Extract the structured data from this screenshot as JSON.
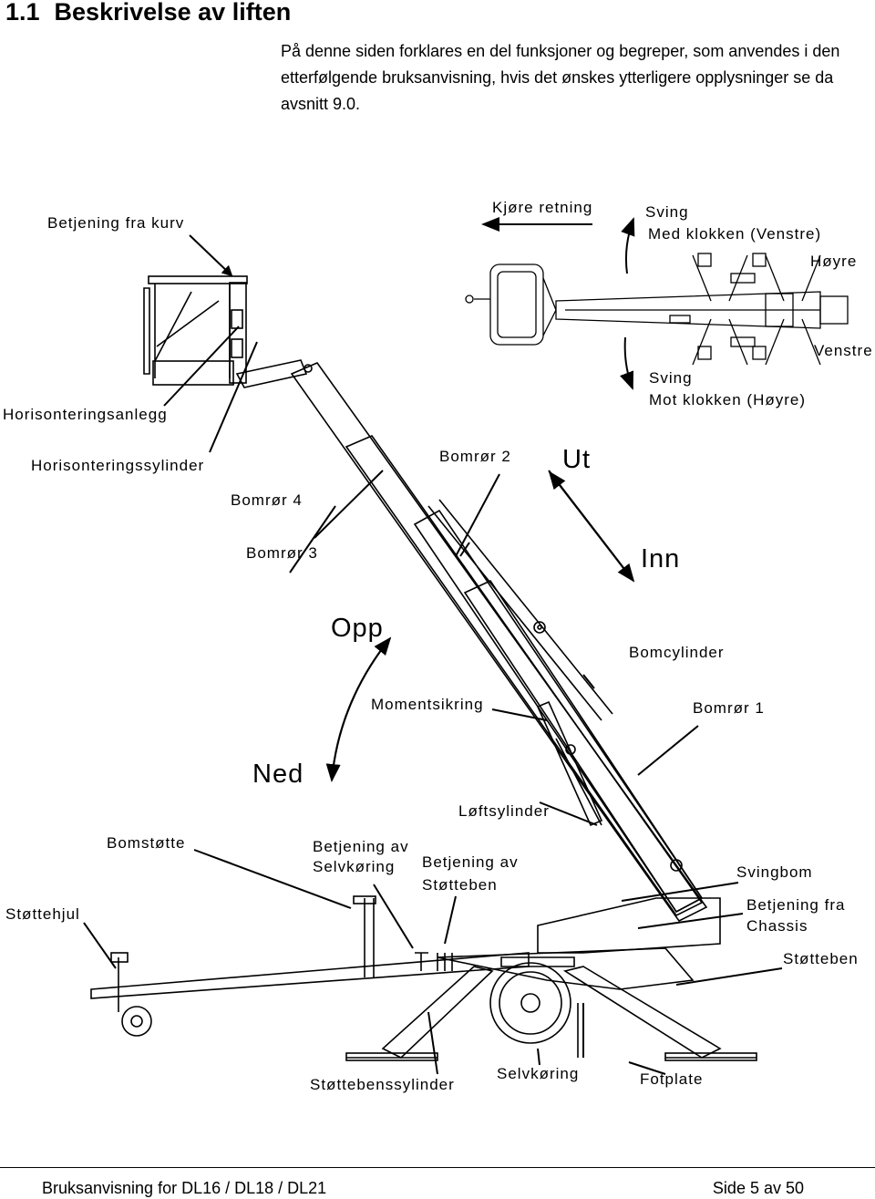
{
  "heading": {
    "number": "1.1",
    "title": "Beskrivelse av liften"
  },
  "intro": "På denne siden forklares en del funksjoner og begreper, som anvendes i den etterfølgende bruksanvisning, hvis det ønskes ytterligere opplysninger se da avsnitt 9.0.",
  "labels": {
    "betjening_kurv": "Betjening fra kurv",
    "kjore_retning": "Kjøre retning",
    "sving_top": "Sving",
    "med_klokken": "Med klokken (Venstre)",
    "hoyre": "Høyre",
    "venstre": "Venstre",
    "sving_bottom": "Sving",
    "mot_klokken": "Mot klokken (Høyre)",
    "horisonteringsanlegg": "Horisonteringsanlegg",
    "horisonteringssylinder": "Horisonteringssylinder",
    "bomror2": "Bomrør 2",
    "ut": "Ut",
    "bomror4": "Bomrør 4",
    "bomror3": "Bomrør 3",
    "inn": "Inn",
    "opp": "Opp",
    "bomcylinder": "Bomcylinder",
    "momentsikring": "Momentsikring",
    "bomror1": "Bomrør 1",
    "ned": "Ned",
    "loftsylinder": "Løftsylinder",
    "bomstotte": "Bomstøtte",
    "betjening_av_1": "Betjening av",
    "selvkoring_1": "Selvkøring",
    "betjening_av_2": "Betjening av",
    "stotteben_1": "Støtteben",
    "svingbom": "Svingbom",
    "betjening_fra": "Betjening fra",
    "chassis": "Chassis",
    "stottehjul": "Støttehjul",
    "stotteben_2": "Støtteben",
    "stottebenssylinder": "Støttebenssylinder",
    "selvkoring_2": "Selvkøring",
    "fotplate": "Fotplate"
  },
  "footer": {
    "left": "Bruksanvisning for DL16 / DL18 / DL21",
    "right": "Side 5 av 50"
  }
}
